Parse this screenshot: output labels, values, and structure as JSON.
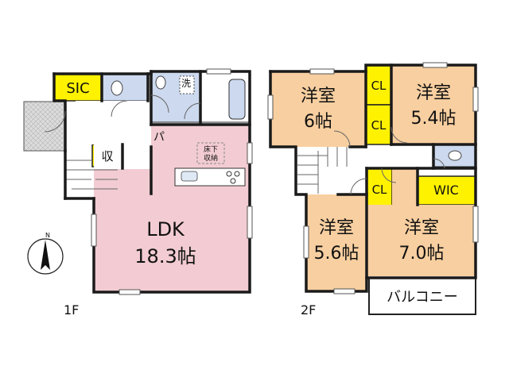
{
  "floors": {
    "f1": {
      "label": "1F",
      "rooms": {
        "sic": "SIC",
        "wash": "洗",
        "storage": "収",
        "pantry": "パ",
        "underfloor": [
          "床下",
          "収納"
        ],
        "ldk_name": "LDK",
        "ldk_size": "18.3帖"
      }
    },
    "f2": {
      "label": "2F",
      "rooms": {
        "room_a_name": "洋室",
        "room_a_size": "6帖",
        "room_b_name": "洋室",
        "room_b_size": "5.4帖",
        "room_c_name": "洋室",
        "room_c_size": "5.6帖",
        "room_d_name": "洋室",
        "room_d_size": "7.0帖",
        "closet": "CL",
        "wic": "WIC",
        "balcony": "バルコニー"
      }
    }
  },
  "compass": {
    "north": "N"
  },
  "colors": {
    "ldk": "#f2ccd2",
    "western_room": "#f8cfa0",
    "closet": "#fff200",
    "wet_area": "#ccd9ee",
    "entrance": "#d2d2d2",
    "wall": "#1a1a1a"
  }
}
